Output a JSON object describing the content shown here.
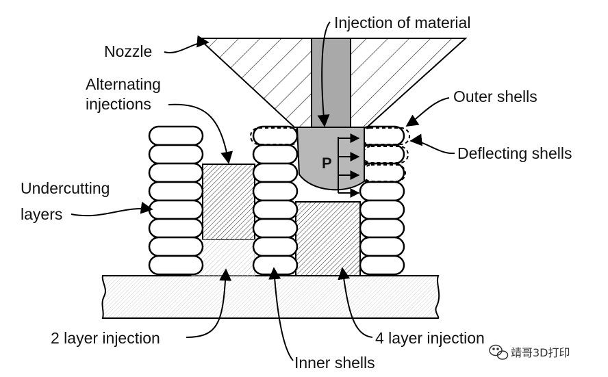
{
  "labels": {
    "injection_of_material": "Injection of material",
    "nozzle": "Nozzle",
    "alternating_line1": "Alternating",
    "alternating_line2": "injections",
    "outer_shells": "Outer shells",
    "deflecting_shells": "Deflecting shells",
    "undercutting_line1": "Undercutting",
    "undercutting_line2": "layers",
    "two_layer_injection": "2 layer injection",
    "four_layer_injection": "4 layer injection",
    "inner_shells": "Inner shells",
    "pressure": "P"
  },
  "watermark": {
    "text": "靖哥3D打印",
    "icon": "wechat-icon"
  },
  "colors": {
    "nozzle_channel": "#a9a9a9",
    "injected_material": "#b8b8b8",
    "outline": "#000000",
    "light_hatch": "#c0c0c0"
  }
}
